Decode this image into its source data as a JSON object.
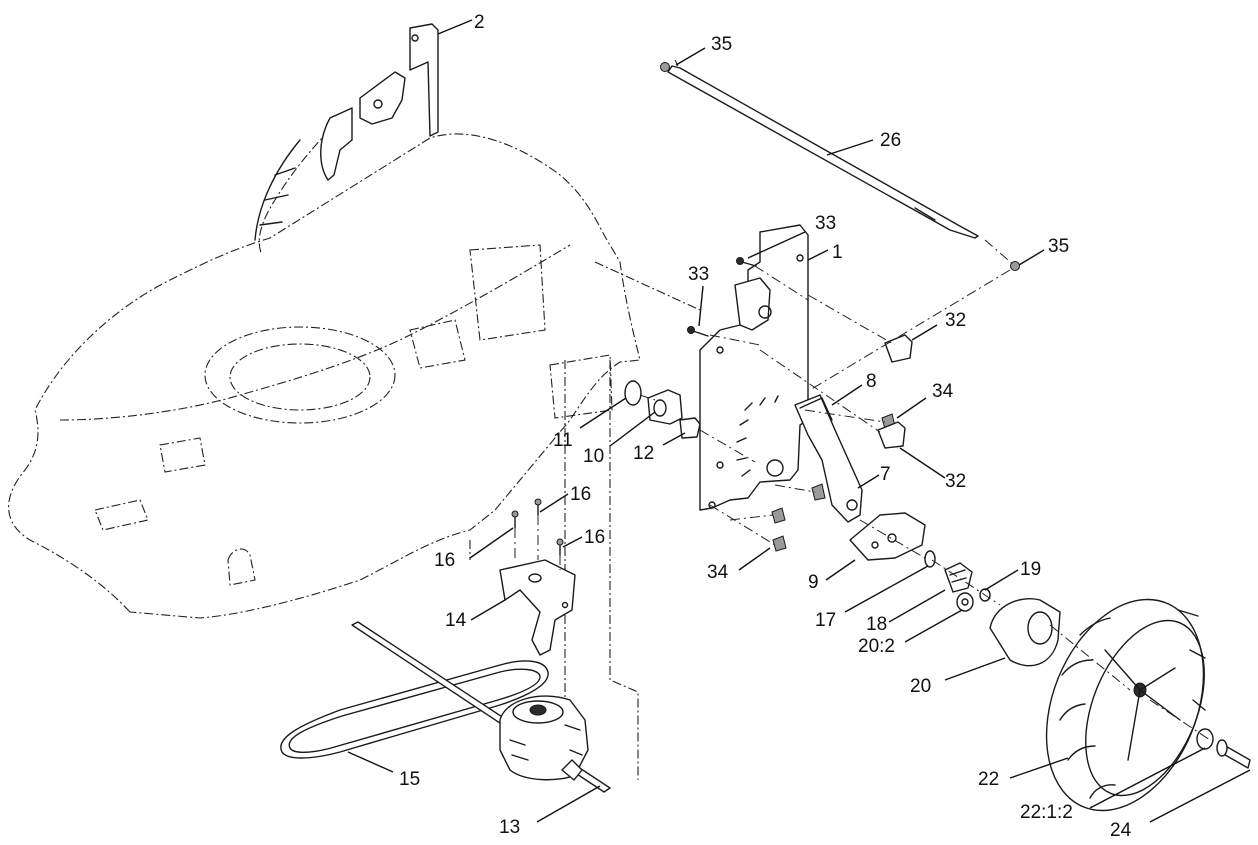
{
  "callouts": {
    "c1": "1",
    "c2": "2",
    "c7": "7",
    "c8": "8",
    "c9": "9",
    "c10": "10",
    "c11": "11",
    "c12": "12",
    "c13": "13",
    "c14": "14",
    "c15": "15",
    "c16a": "16",
    "c16b": "16",
    "c16c": "16",
    "c17": "17",
    "c18": "18",
    "c19": "19",
    "c20": "20",
    "c20_2": "20:2",
    "c22": "22",
    "c22_1_2": "22:1:2",
    "c24": "24",
    "c26": "26",
    "c32a": "32",
    "c32b": "32",
    "c33a": "33",
    "c33b": "33",
    "c34a": "34",
    "c34b": "34",
    "c35a": "35",
    "c35b": "35"
  }
}
